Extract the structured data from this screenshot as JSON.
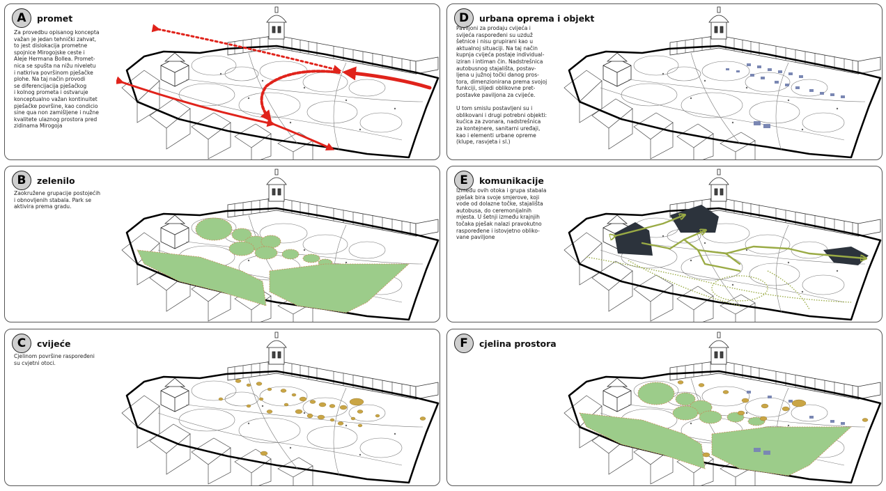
{
  "panels": {
    "a": {
      "letter": "A",
      "title": "promet",
      "text": "Za provedbu opisanog koncepta\nvažan je jedan tehnički zahvat,\nto jest dislokacija prometne\nspojnice Mirogojske ceste i\nAleje Hermana Bollea. Promet-\nnica se spušta na nižu niveletu\ni natkriva površinom pješačke\nplohe. Na taj način provodi\nse diferencijacija pješačkog\ni kolnog prometa i ostvaruje\nkonceptualno važan kontinuitet\npješačke površine, kao condicio\nsine qua non zamišljene i nužne\nkvalitete ulaznog prostora pred\nzidinama Mirogoja"
    },
    "b": {
      "letter": "B",
      "title": "zelenilo",
      "text": "Zaokružene grupacije postojećih\ni obnovljenih stabala. Park se\naktivira prema gradu."
    },
    "c": {
      "letter": "C",
      "title": "cvijeće",
      "text": "Cjelinom površine raspoređeni\nsu cvjetni otoci."
    },
    "d": {
      "letter": "D",
      "title": "urbana oprema i objekt",
      "text": "Paviljoni za prodaju cvijeća i\nsvijeća raspoređeni su uzduž\nšetnice i nisu grupirani kao u\naktualnoj situaciji. Na taj način\nkupnja cvijeća postaje individual-\niziran i intiman čin. Nadstrešnica\nautobusnog stajališta, postav-\nljena u južnoj točki danog pros-\ntora, dimenzionirana prema svojoj\nfunkciji, slijedi oblikovne pret-\npostavke paviljona za cvijeće.\n\nU tom smislu postavljeni su i\noblikovani i drugi potrebni objekti:\nkućica za zvonara, nadstrešnica\nza kontejnere, sanitarni uređaji,\nkao i elementi urbane opreme\n(klupe, rasvjeta i sl.)"
    },
    "e": {
      "letter": "E",
      "title": "komunikacije",
      "text": "Između ovih otoka i grupa stabala\npješak bira svoje smjerove, koji\nvode od dolazne točke, stajališta\nautobusa, do ceremonijalnih\nmjesta. U šetnji između krajnjih\ntočaka pješak nalazi pravokutno\nraspoređene i istovjetno obliko-\nvane paviljone"
    },
    "f": {
      "letter": "F",
      "title": "cjelina prostora",
      "text": ""
    }
  },
  "colors": {
    "traffic": "#e0231b",
    "greenery": "#9ccc8a",
    "greenery_stroke": "#c8895a",
    "flowers": "#c9a545",
    "pavilions": "#7a87b3",
    "paths": "#9aab45",
    "dark_zones": "#2c333c"
  }
}
